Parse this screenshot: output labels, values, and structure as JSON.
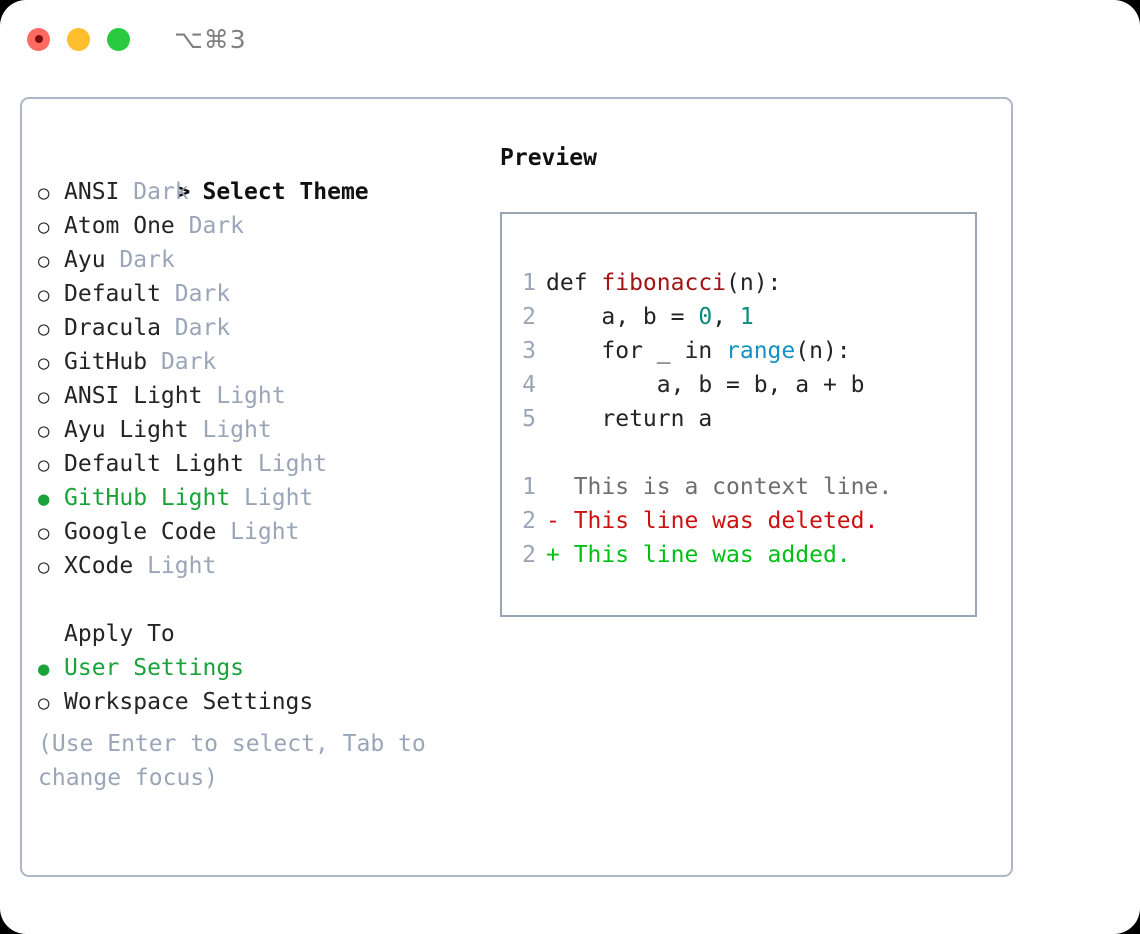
{
  "window": {
    "shortcut": "⌥⌘3",
    "traffic_lights": [
      "close-red",
      "minimize-yellow",
      "maximize-green"
    ]
  },
  "theme_picker": {
    "header": "Select Theme",
    "header_marker": ">",
    "items": [
      {
        "label": "ANSI",
        "variant": "Dark",
        "selected": false
      },
      {
        "label": "Atom One",
        "variant": "Dark",
        "selected": false
      },
      {
        "label": "Ayu",
        "variant": "Dark",
        "selected": false
      },
      {
        "label": "Default",
        "variant": "Dark",
        "selected": false
      },
      {
        "label": "Dracula",
        "variant": "Dark",
        "selected": false
      },
      {
        "label": "GitHub",
        "variant": "Dark",
        "selected": false
      },
      {
        "label": "ANSI Light",
        "variant": "Light",
        "selected": false
      },
      {
        "label": "Ayu Light",
        "variant": "Light",
        "selected": false
      },
      {
        "label": "Default Light",
        "variant": "Light",
        "selected": false
      },
      {
        "label": "GitHub Light",
        "variant": "Light",
        "selected": true
      },
      {
        "label": "Google Code",
        "variant": "Light",
        "selected": false
      },
      {
        "label": "XCode",
        "variant": "Light",
        "selected": false
      }
    ]
  },
  "apply_to": {
    "title": "Apply To",
    "options": [
      {
        "label": "User Settings",
        "selected": true
      },
      {
        "label": "Workspace Settings",
        "selected": false
      }
    ]
  },
  "hint": "(Use Enter to select, Tab to change focus)",
  "preview": {
    "title": "Preview",
    "code_lines": [
      {
        "num": "1",
        "segments": [
          {
            "t": "def ",
            "c": "plain"
          },
          {
            "t": "fibonacci",
            "c": "fn"
          },
          {
            "t": "(n):",
            "c": "plain"
          }
        ]
      },
      {
        "num": "2",
        "segments": [
          {
            "t": "    a, b = ",
            "c": "plain"
          },
          {
            "t": "0",
            "c": "num"
          },
          {
            "t": ", ",
            "c": "plain"
          },
          {
            "t": "1",
            "c": "num"
          }
        ]
      },
      {
        "num": "3",
        "segments": [
          {
            "t": "    for _ in ",
            "c": "plain"
          },
          {
            "t": "range",
            "c": "blue"
          },
          {
            "t": "(n):",
            "c": "plain"
          }
        ]
      },
      {
        "num": "4",
        "segments": [
          {
            "t": "        a, b = b, a + b",
            "c": "plain"
          }
        ]
      },
      {
        "num": "5",
        "segments": [
          {
            "t": "    return a",
            "c": "plain"
          }
        ]
      }
    ],
    "diff_lines": [
      {
        "num": "1",
        "text": "  This is a context line.",
        "kind": "context"
      },
      {
        "num": "2",
        "text": "- This line was deleted.",
        "kind": "deleted"
      },
      {
        "num": "2",
        "text": "+ This line was added.",
        "kind": "added"
      }
    ]
  },
  "colors": {
    "selected_green": "#19a33a",
    "muted_gray": "#9aa5b8",
    "panel_border": "#aeb7c6",
    "preview_border": "#9aa5b5",
    "fn_red": "#a31515",
    "number_teal": "#0b8a7d",
    "builtin_blue": "#1590c4",
    "diff_deleted": "#cc1111",
    "diff_added": "#00c016",
    "diff_context": "#6e6e6e"
  }
}
